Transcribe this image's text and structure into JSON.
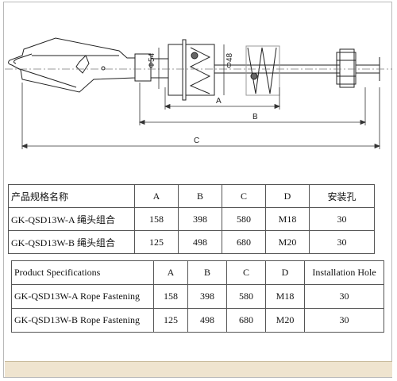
{
  "drawing": {
    "dimension_labels": {
      "d1": "Φ54",
      "d2": "Φ48",
      "a": "A",
      "b": "B",
      "c": "C"
    }
  },
  "table_cn": {
    "headers": [
      "产品规格名称",
      "A",
      "B",
      "C",
      "D",
      "安装孔"
    ],
    "rows": [
      [
        "GK-QSD13W-A 绳头组合",
        "158",
        "398",
        "580",
        "M18",
        "30"
      ],
      [
        "GK-QSD13W-B 绳头组合",
        "125",
        "498",
        "680",
        "M20",
        "30"
      ]
    ]
  },
  "table_en": {
    "headers": [
      "Product Specifications",
      "A",
      "B",
      "C",
      "D",
      "Installation Hole"
    ],
    "rows": [
      [
        "GK-QSD13W-A Rope Fastening",
        "158",
        "398",
        "580",
        "M18",
        "30"
      ],
      [
        "GK-QSD13W-B Rope Fastening",
        "125",
        "498",
        "680",
        "M20",
        "30"
      ]
    ]
  }
}
